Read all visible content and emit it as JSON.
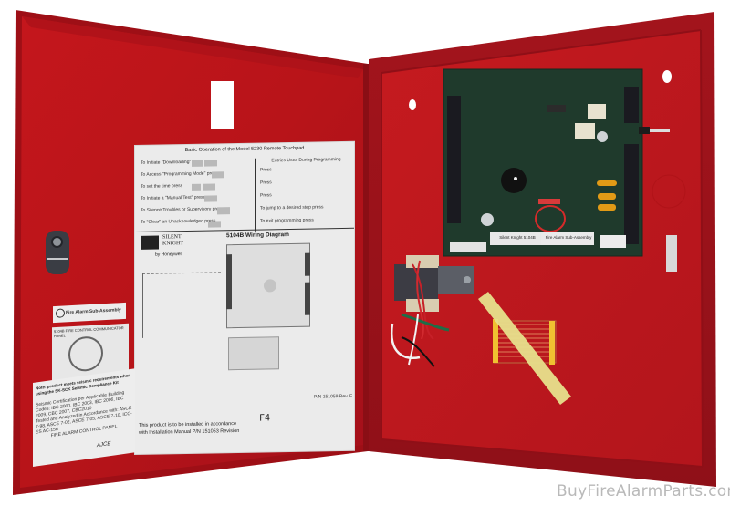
{
  "product": {
    "name": "Silent Knight 5104B fire alarm communicator panel",
    "enclosure_color": "#c0171b",
    "door_inner_color": "#b5141a",
    "board_color": "#1f3a2c"
  },
  "door_label_main": {
    "header_title": "Basic Operation of the Model 5230 Remote Touchpad",
    "left_column": [
      "To Initiate \"Downloading\" press",
      "To Access \"Programming Mode\" press",
      "To set the time press",
      "To Initiate a \"Manual Test\" press",
      "To Silence Troubles or Supervisory press",
      "To \"Clear\" an Unacknowledged press"
    ],
    "right_column_title": "Entries Used During Programming",
    "right_column": [
      "Press",
      "Press",
      "Press",
      "To jump to a desired step press",
      "To exit programming press"
    ],
    "brand_line1": "SILENT",
    "brand_line2": "KNIGHT",
    "brand_sub": "by Honeywell",
    "diagram_title": "5104B Wiring Diagram",
    "footer_line1": "This product is to be installed in accordance",
    "footer_line2": "with Installation Manual P/N 151053 Revision",
    "revision_mark": "F4",
    "part_no": "P/N 151059 Rev. F"
  },
  "door_label_subassembly": {
    "title": "Fire Alarm Sub-Assembly",
    "panel_title": "5104B FIRE CONTROL COMMUNICATOR PANEL"
  },
  "door_label_seismic": {
    "headline": "Note: product meets seismic requirements when using the SK-SCK Seismic Compliance Kit",
    "lines": [
      "Seismic Certification per Applicable Building Codes: IBC 2000, IBC 2003, IBC 2006, IBC 2009, CBC 2007, CBC2010",
      "Tested and Analyzed in Accordance with: ASCE 7-98, ASCE 7-02, ASCE 7-05, ASCE 7-10, ICC-ES AC-156",
      "FIRE ALARM CONTROL PANEL"
    ],
    "signature": "AJCE"
  },
  "board_labels": {
    "label_1": "Silent Knight 5104B",
    "label_2": "Fire Alarm Sub-Assembly"
  },
  "watermark": "BuyFireAlarmParts.com"
}
